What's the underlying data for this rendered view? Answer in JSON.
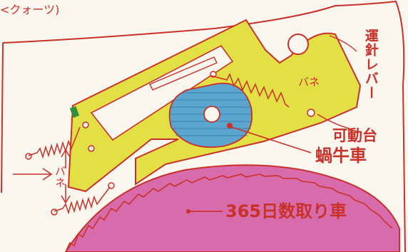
{
  "labels": {
    "top_fragment": "<クォーツ)",
    "lever": "運針レバー",
    "spring_upper": "バネ",
    "movable_base": "可動台",
    "snail_cam": "蝸牛車",
    "spring_left": "バネ",
    "day_wheel": "365日数取り車"
  },
  "colors": {
    "ink": "#c8312a",
    "base": "#e3e046",
    "cam": "#5aa6cf",
    "wheel": "#d86bab",
    "paper": "#fbf6ee"
  }
}
